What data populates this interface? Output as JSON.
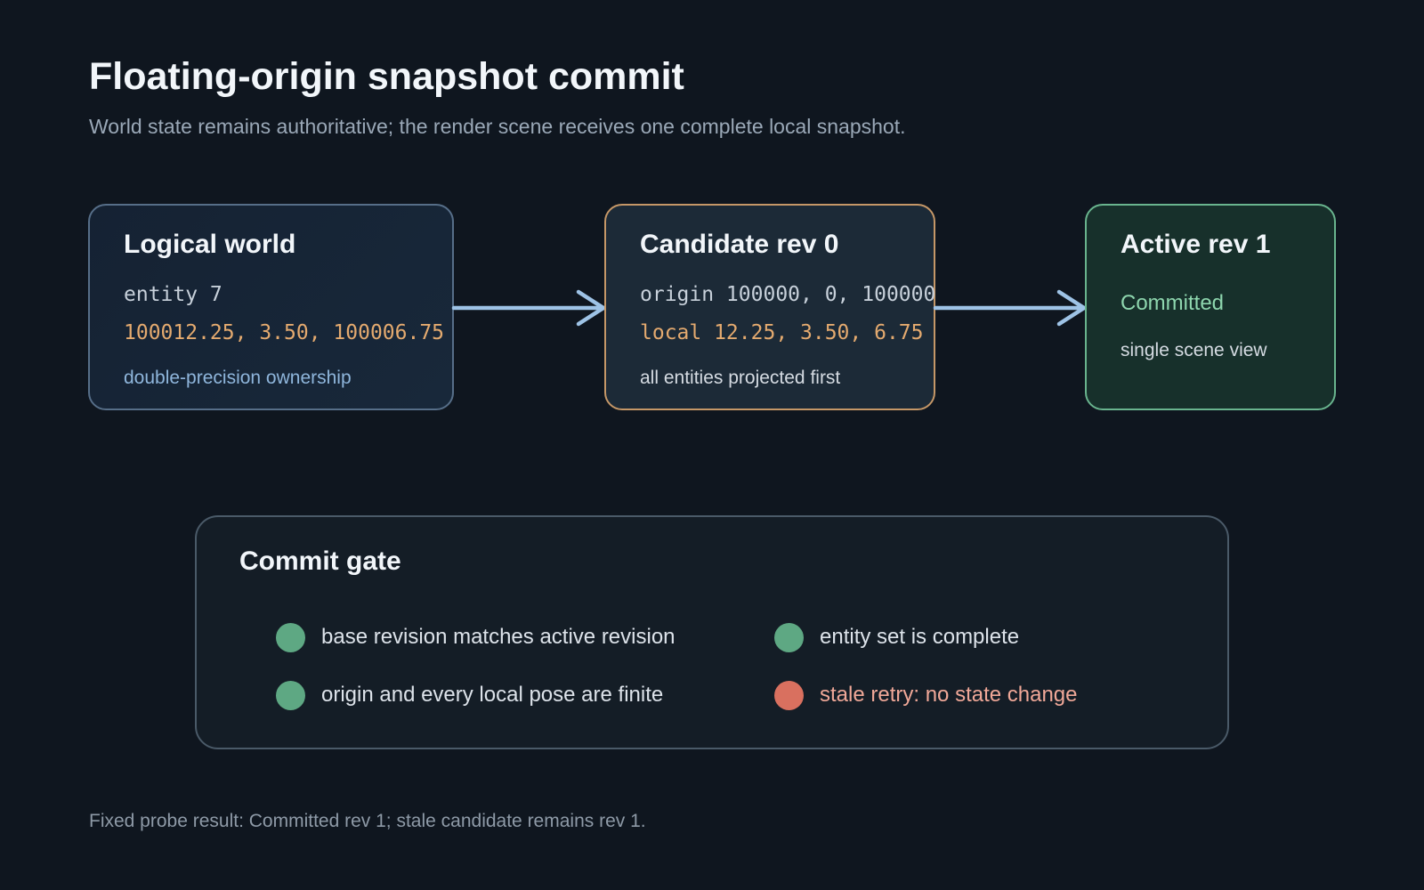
{
  "header": {
    "title": "Floating-origin snapshot commit",
    "subtitle": "World state remains authoritative; the render scene receives one complete local snapshot."
  },
  "stages": {
    "world": {
      "title": "Logical world",
      "entity": "entity 7",
      "position": "100012.25, 3.50, 100006.75",
      "note": "double-precision ownership"
    },
    "candidate": {
      "title": "Candidate rev 0",
      "origin": "origin 100000, 0, 100000",
      "local": "local 12.25, 3.50, 6.75",
      "note": "all entities projected first"
    },
    "active": {
      "title": "Active rev 1",
      "status": "Committed",
      "note": "single scene view"
    }
  },
  "gate": {
    "title": "Commit gate",
    "checks": [
      {
        "label": "base revision matches active revision",
        "state": "pass"
      },
      {
        "label": "entity set is complete",
        "state": "pass"
      },
      {
        "label": "origin and every local pose are finite",
        "state": "pass"
      },
      {
        "label": "stale retry: no state change",
        "state": "fail"
      }
    ]
  },
  "footer": {
    "text": "Fixed probe result: Committed rev 1; stale candidate remains rev 1."
  },
  "colors": {
    "background": "#0f161f",
    "world_border": "#566e88",
    "candidate_border": "#c59767",
    "active_border": "#69b48e",
    "arrow": "#9ec3e6",
    "pass": "#5ea883",
    "fail": "#d9705f"
  }
}
